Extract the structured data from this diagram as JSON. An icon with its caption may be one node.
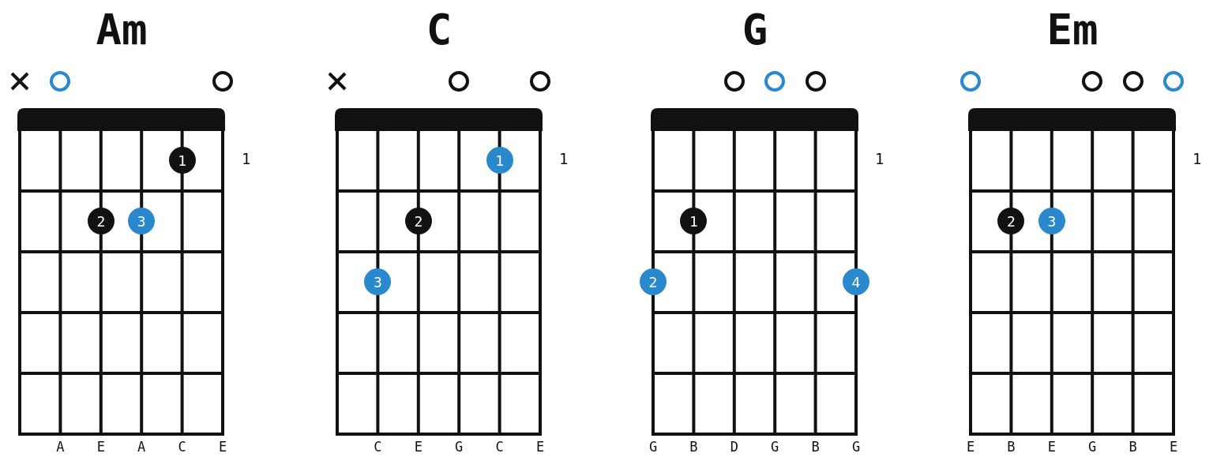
{
  "diagram": {
    "nodes": [
      {
        "text": [
          "Am"
        ],
        "beside": [
          "1"
        ]
      },
      {
        "text": [
          "1"
        ],
        "in": 0
      },
      {
        "text": [
          "2"
        ],
        "in": 0
      },
      {
        "text": [
          "3"
        ],
        "in": 0
      },
      {
        "text": [
          "C"
        ],
        "beside": [
          "1"
        ]
      },
      {
        "text": [
          "1"
        ],
        "in": 4
      },
      {
        "text": [
          "2"
        ],
        "in": 4
      },
      {
        "text": [
          "3"
        ],
        "in": 4
      },
      {
        "text": [
          "G"
        ],
        "beside": [
          "1"
        ]
      },
      {
        "text": [
          "1"
        ],
        "in": 8
      },
      {
        "text": [
          "2"
        ],
        "in": 8
      },
      {
        "text": [
          "4"
        ],
        "in": 8
      },
      {
        "text": [
          "Em"
        ],
        "beside": [
          "1"
        ]
      },
      {
        "text": [
          "2"
        ],
        "in": 12
      },
      {
        "text": [
          "3"
        ],
        "in": 12
      }
    ],
    "labels": [
      "A",
      "E",
      "A",
      "C",
      "E",
      "C",
      "E",
      "G",
      "C",
      "E",
      "G",
      "B",
      "D",
      "G",
      "B",
      "G",
      "E",
      "B",
      "E",
      "G",
      "B",
      "E"
    ]
  }
}
